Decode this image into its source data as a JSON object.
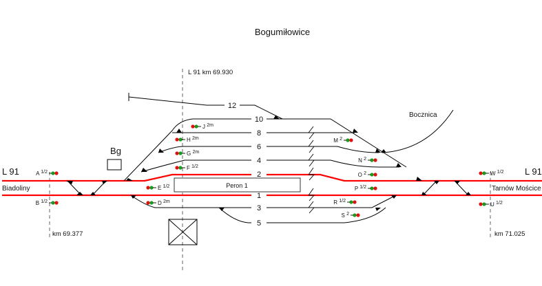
{
  "title": "Bogumiłowice",
  "line_left": "L 91",
  "line_right": "L 91",
  "station_left": "Biadoliny",
  "station_right": "Tarnów Mościce",
  "km_center": "L 91  km  69.930",
  "km_left": "km  69.377",
  "km_right": "km  71.025",
  "building_label": "Bg",
  "platform_label": "Peron 1",
  "siding_label": "Bocznica",
  "tracks": [
    "12",
    "10",
    "8",
    "6",
    "4",
    "2",
    "1",
    "3",
    "5"
  ],
  "signals": {
    "A": {
      "name": "A",
      "sup": "1/2"
    },
    "B": {
      "name": "B",
      "sup": "1/2"
    },
    "D": {
      "name": "D",
      "sup": "2m"
    },
    "E": {
      "name": "E",
      "sup": "1/2"
    },
    "F": {
      "name": "F",
      "sup": "1/2"
    },
    "G": {
      "name": "G",
      "sup": "2m"
    },
    "H": {
      "name": "H",
      "sup": "2m"
    },
    "J": {
      "name": "J",
      "sup": "2m"
    },
    "M": {
      "name": "M",
      "sup": "2"
    },
    "N": {
      "name": "N",
      "sup": "2"
    },
    "O": {
      "name": "O",
      "sup": "2"
    },
    "P": {
      "name": "P",
      "sup": "1/2"
    },
    "R": {
      "name": "R",
      "sup": "1/2"
    },
    "S": {
      "name": "S",
      "sup": "2"
    },
    "U": {
      "name": "U",
      "sup": "1/2"
    },
    "W": {
      "name": "W",
      "sup": "1/2"
    }
  },
  "colors": {
    "main_track": "#ff0000",
    "signal_red": "#e01010",
    "signal_green": "#1a9a1a"
  }
}
